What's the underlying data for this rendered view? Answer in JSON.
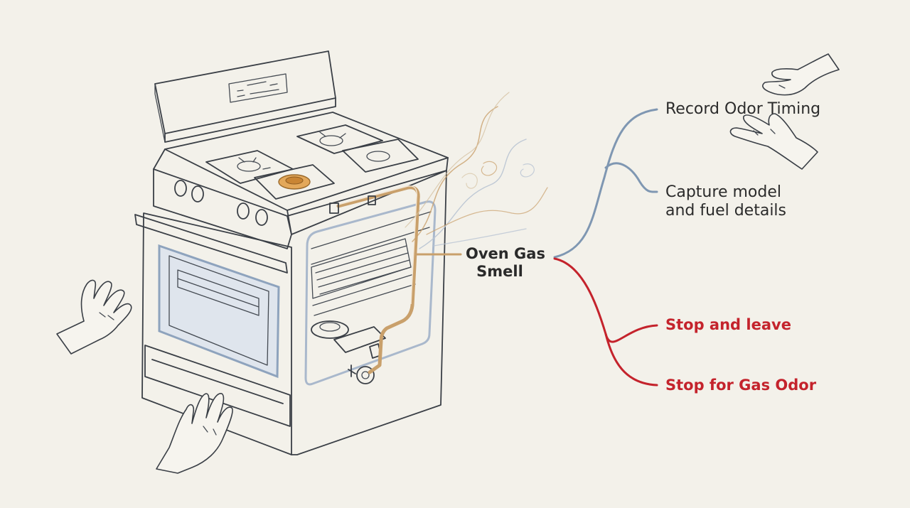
{
  "diagram": {
    "center": {
      "line1": "Oven Gas",
      "line2": "Smell"
    },
    "branches": [
      {
        "lines": [
          "Record Odor Timing"
        ],
        "kind": "info"
      },
      {
        "lines": [
          "Capture model",
          "and fuel details"
        ],
        "kind": "info"
      },
      {
        "lines": [
          "Stop and leave"
        ],
        "kind": "stop"
      },
      {
        "lines": [
          "Stop for Gas Odor"
        ],
        "kind": "stop"
      }
    ]
  },
  "colors": {
    "background": "#f3f1ea",
    "info_branch": "#7f97b2",
    "stop_branch": "#c4232c",
    "gas_line": "#c9a06b",
    "range_outline": "#3a3f46",
    "steel_blue_trim": "#a9b8cc"
  },
  "illustration": {
    "subject": "gas-range-oven",
    "icons": [
      "gas-range-icon",
      "gas-odor-wisps-icon",
      "hand-icon"
    ]
  }
}
